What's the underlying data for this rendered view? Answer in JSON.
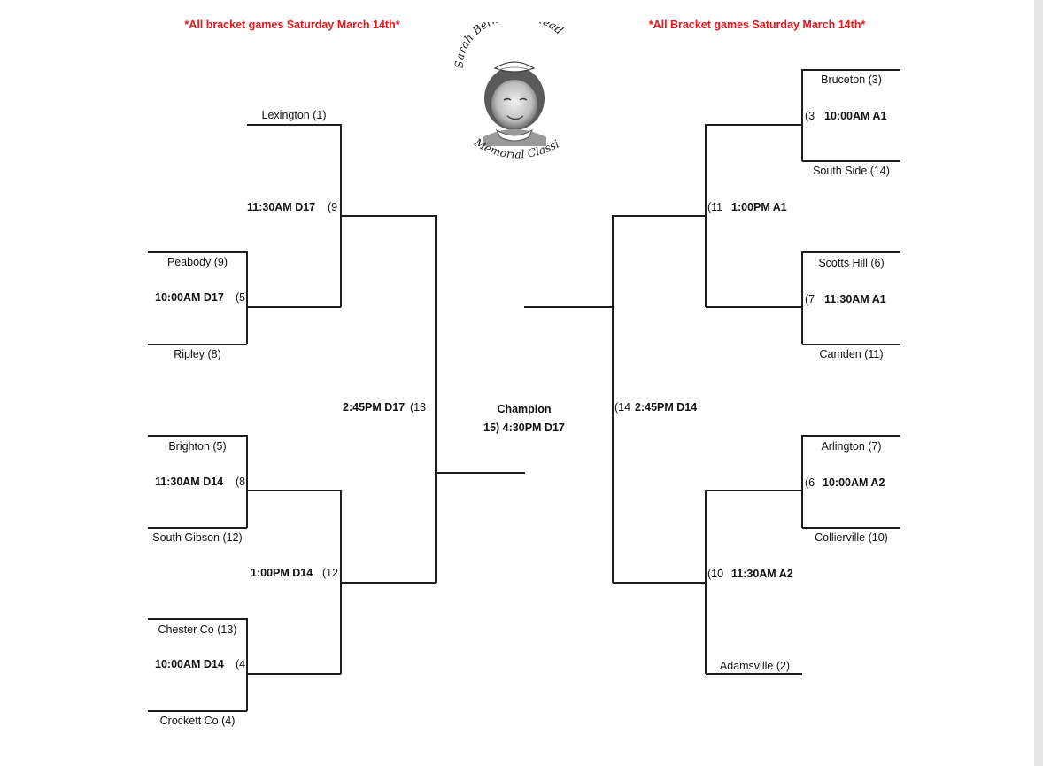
{
  "notes": {
    "left": "*All bracket games Saturday March 14th*",
    "right": "*All Bracket games Saturday March 14th*"
  },
  "logo": {
    "top_text": "Sarah Beth Whitehead",
    "bottom_text": "Memorial Classic"
  },
  "left": {
    "teams": {
      "lexington": "Lexington (1)",
      "peabody": "Peabody (9)",
      "ripley": "Ripley (8)",
      "brighton": "Brighton (5)",
      "south_gibson": "South Gibson (12)",
      "chester_co": "Chester Co (13)",
      "crockett_co": "Crockett Co (4)"
    },
    "games": {
      "g5_time": "10:00AM D17",
      "g5_num": "(5",
      "g9_time": "11:30AM D17",
      "g9_num": "(9",
      "g8_time": "11:30AM D14",
      "g8_num": "(8",
      "g4_time": "10:00AM D14",
      "g4_num": "(4",
      "g12_time": "1:00PM D14",
      "g12_num": "(12",
      "g13_time": "2:45PM D17",
      "g13_num": "(13"
    }
  },
  "right": {
    "teams": {
      "bruceton": "Bruceton (3)",
      "south_side": "South Side (14)",
      "scotts_hill": "Scotts Hill (6)",
      "camden": "Camden (11)",
      "arlington": "Arlington (7)",
      "collierville": "Collierville (10)",
      "adamsville": "Adamsville (2)"
    },
    "games": {
      "g3_num": "(3",
      "g3_time": "10:00AM A1",
      "g7_num": "(7",
      "g7_time": "11:30AM A1",
      "g6_num": "(6",
      "g6_time": "10:00AM A2",
      "g11_num": "(11",
      "g11_time": "1:00PM A1",
      "g10_num": "(10",
      "g10_time": "11:30AM A2",
      "g14_num": "(14",
      "g14_time": "2:45PM D14"
    }
  },
  "champion": {
    "label": "Champion",
    "game": "15) 4:30PM D17"
  }
}
